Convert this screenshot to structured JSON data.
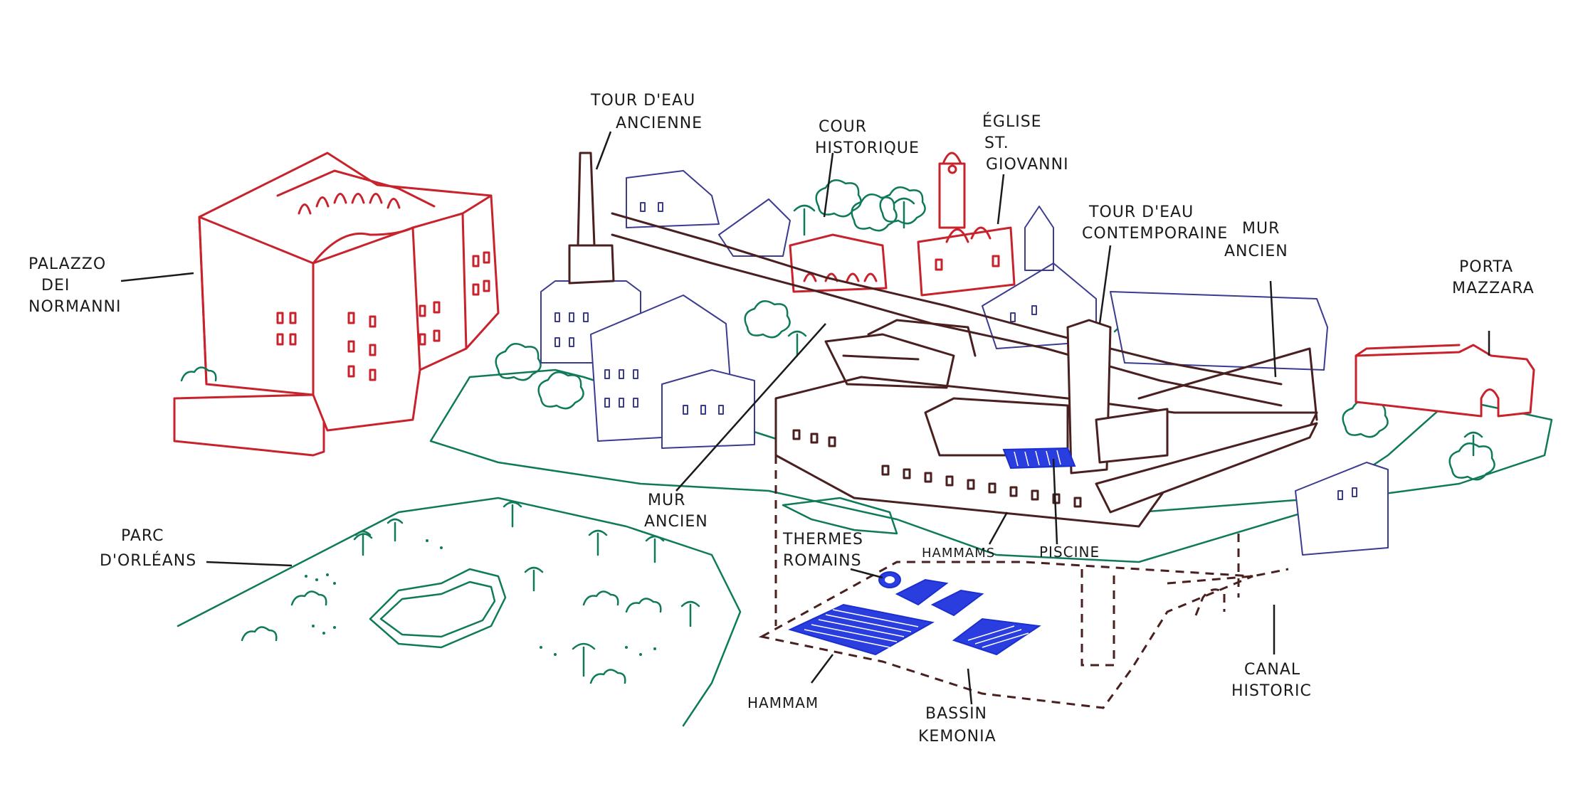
{
  "labels": {
    "palazzo": [
      "PALAZZO",
      "DEI",
      "NORMANNI"
    ],
    "tour_ancienne": [
      "TOUR D'EAU",
      "ANCIENNE"
    ],
    "cour": [
      "COUR",
      "HISTORIQUE"
    ],
    "eglise": [
      "ÉGLISE",
      "ST.",
      "GIOVANNI"
    ],
    "tour_contemp": [
      "TOUR D'EAU",
      "CONTEMPORAINE"
    ],
    "mur_ancien_top": [
      "MUR",
      "ANCIEN"
    ],
    "porta": [
      "PORTA",
      "MAZZARA"
    ],
    "parc": [
      "PARC",
      "D'ORLÉANS"
    ],
    "mur_ancien_mid": [
      "MUR",
      "ANCIEN"
    ],
    "thermes": [
      "THERMES",
      "ROMAINS"
    ],
    "hammams": "HAMMAMS",
    "piscine": "PISCINE",
    "hammam": "HAMMAM",
    "bassin": [
      "BASSIN",
      "KEMONIA"
    ],
    "canal": [
      "CANAL",
      "HISTORIC"
    ]
  },
  "colors": {
    "existing_building": "#c8232c",
    "new_building": "#4a1f1f",
    "context": "#3b3b8f",
    "landscape": "#0f7a5a",
    "water": "#2a3ee0"
  }
}
